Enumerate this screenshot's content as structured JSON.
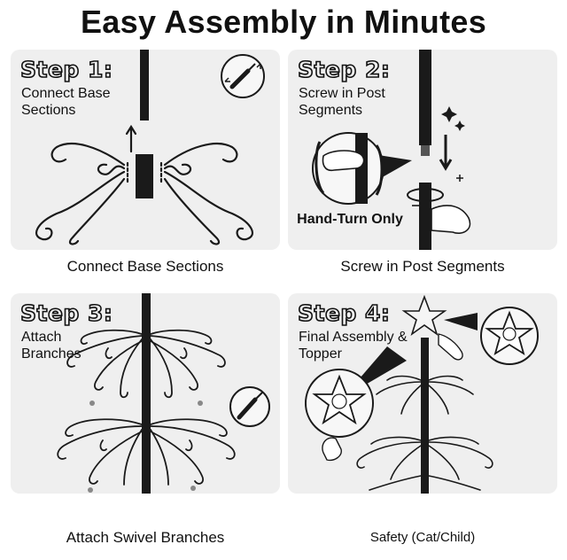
{
  "title": "Easy Assembly in Minutes",
  "steps": [
    {
      "label": "Step 1:",
      "description": "Connect Base Sections",
      "caption": "Connect Base Sections"
    },
    {
      "label": "Step 2:",
      "description": "Screw in Post Segments",
      "caption": "Screw in Post Segments",
      "note": "Hand-Turn Only"
    },
    {
      "label": "Step 3:",
      "description": "Attach Branches",
      "caption": "Attach Swivel Branches"
    },
    {
      "label": "Step 4:",
      "description": "Final Assembly & Topper",
      "caption": "Safety (Cat/Child)"
    }
  ]
}
